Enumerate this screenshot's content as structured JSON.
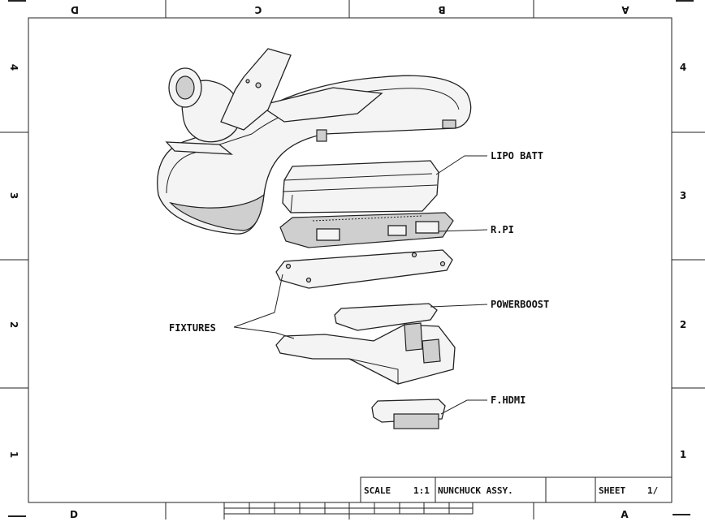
{
  "zones": {
    "columns_top": [
      "D",
      "C",
      "B",
      "A"
    ],
    "columns_bottom": [
      "D",
      "A"
    ],
    "rows_left": [
      "4",
      "3",
      "2",
      "1"
    ],
    "rows_right": [
      "4",
      "3",
      "2",
      "1"
    ]
  },
  "callouts": {
    "lipo": "LIPO BATT",
    "rpi": "R.PI",
    "powerboost": "POWERBOOST",
    "fixtures": "FIXTURES",
    "hdmi": "F.HDMI"
  },
  "title_block": {
    "scale_label": "SCALE",
    "scale_value": "1:1",
    "title": "NUNCHUCK ASSY.",
    "sheet_label": "SHEET",
    "sheet_value": "1/"
  }
}
